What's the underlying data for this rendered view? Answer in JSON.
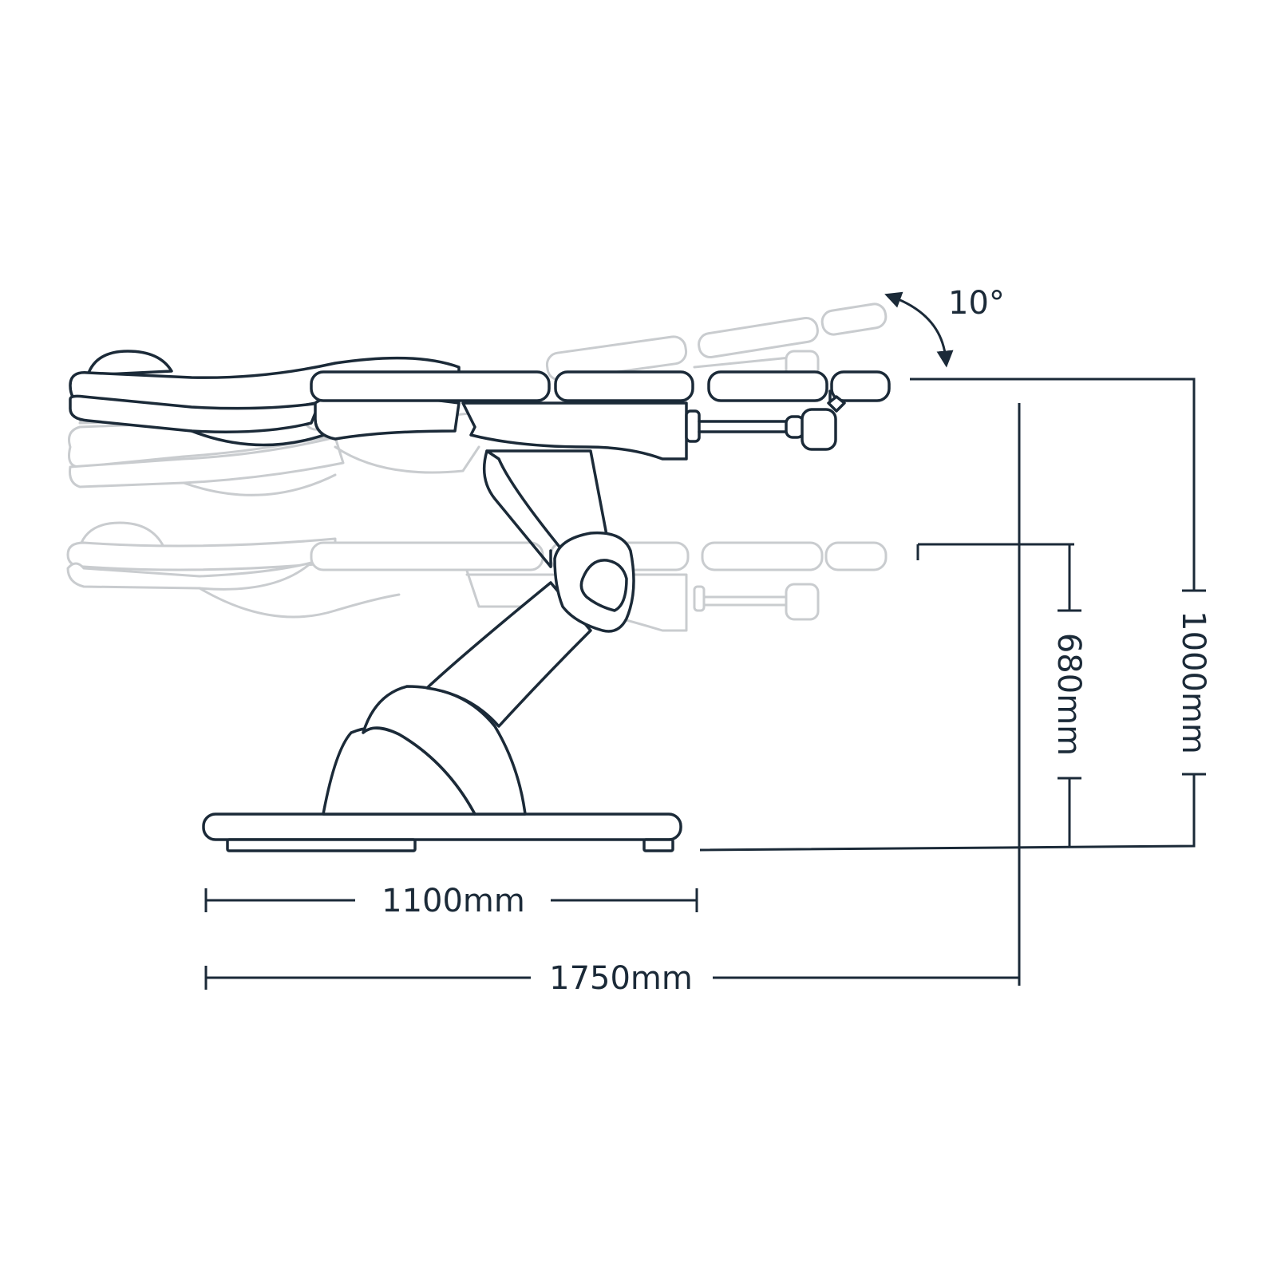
{
  "diagram": {
    "colors": {
      "line": "#1b2a38",
      "ghost": "#c9cccf",
      "background": "#ffffff"
    },
    "dimensions": {
      "base_length": "1100mm",
      "total_length": "1750mm",
      "min_height": "680mm",
      "max_height": "1000mm",
      "tilt_angle": "10°"
    }
  }
}
